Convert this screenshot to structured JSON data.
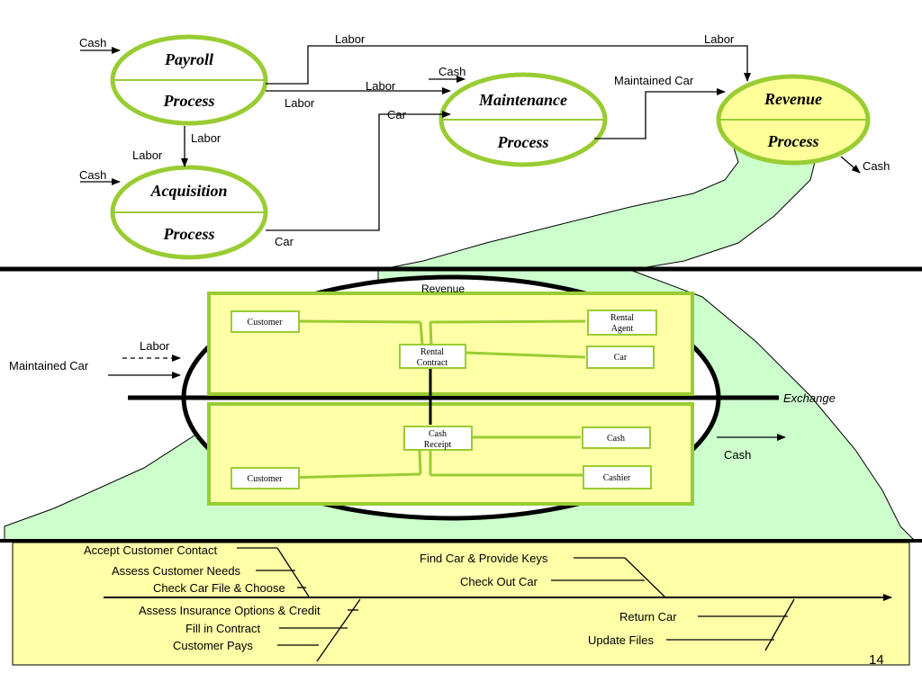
{
  "processes": {
    "payroll": {
      "top": "Payroll",
      "bottom": "Process"
    },
    "acquisition": {
      "top": "Acquisition",
      "bottom": "Process"
    },
    "maintenance": {
      "top": "Maintenance",
      "bottom": "Process"
    },
    "revenue": {
      "top": "Revenue",
      "bottom": "Process"
    }
  },
  "flows": {
    "cash_payroll": "Cash",
    "cash_acquisition": "Cash",
    "cash_maintenance": "Cash",
    "cash_revenue_out": "Cash",
    "labor_top_left": "Labor",
    "labor_top_right": "Labor",
    "labor_to_maintenance": "Labor",
    "labor_payroll_out": "Labor",
    "labor_down_1": "Labor",
    "labor_down_2": "Labor",
    "car_to_maintenance": "Car",
    "car_acquisition_out": "Car",
    "maintained_car_top": "Maintained Car"
  },
  "event": {
    "title": "Revenue",
    "exchange": "Exchange",
    "input_labor": "Labor",
    "input_maintained_car": "Maintained Car",
    "output_cash": "Cash",
    "boxes": {
      "customer_top": "Customer",
      "rental_agent_1": "Rental",
      "rental_agent_2": "Agent",
      "rental_contract_1": "Rental",
      "rental_contract_2": "Contract",
      "car": "Car",
      "cash_receipt_1": "Cash",
      "cash_receipt_2": "Receipt",
      "cash": "Cash",
      "customer_bottom": "Customer",
      "cashier": "Cashier"
    }
  },
  "activities": {
    "left": [
      "Accept Customer Contact",
      "Assess Customer Needs",
      "Check Car File & Choose",
      "Assess Insurance Options & Credit",
      "Fill in Contract",
      "Customer Pays"
    ],
    "right": [
      "Find Car & Provide Keys",
      "Check Out Car",
      "Return Car",
      "Update Files"
    ]
  },
  "page_number": "14",
  "colors": {
    "green": "#99cc33",
    "light_yellow": "#ffff99",
    "pale_yellow": "#ffffa8",
    "light_green": "#ccffcc"
  }
}
